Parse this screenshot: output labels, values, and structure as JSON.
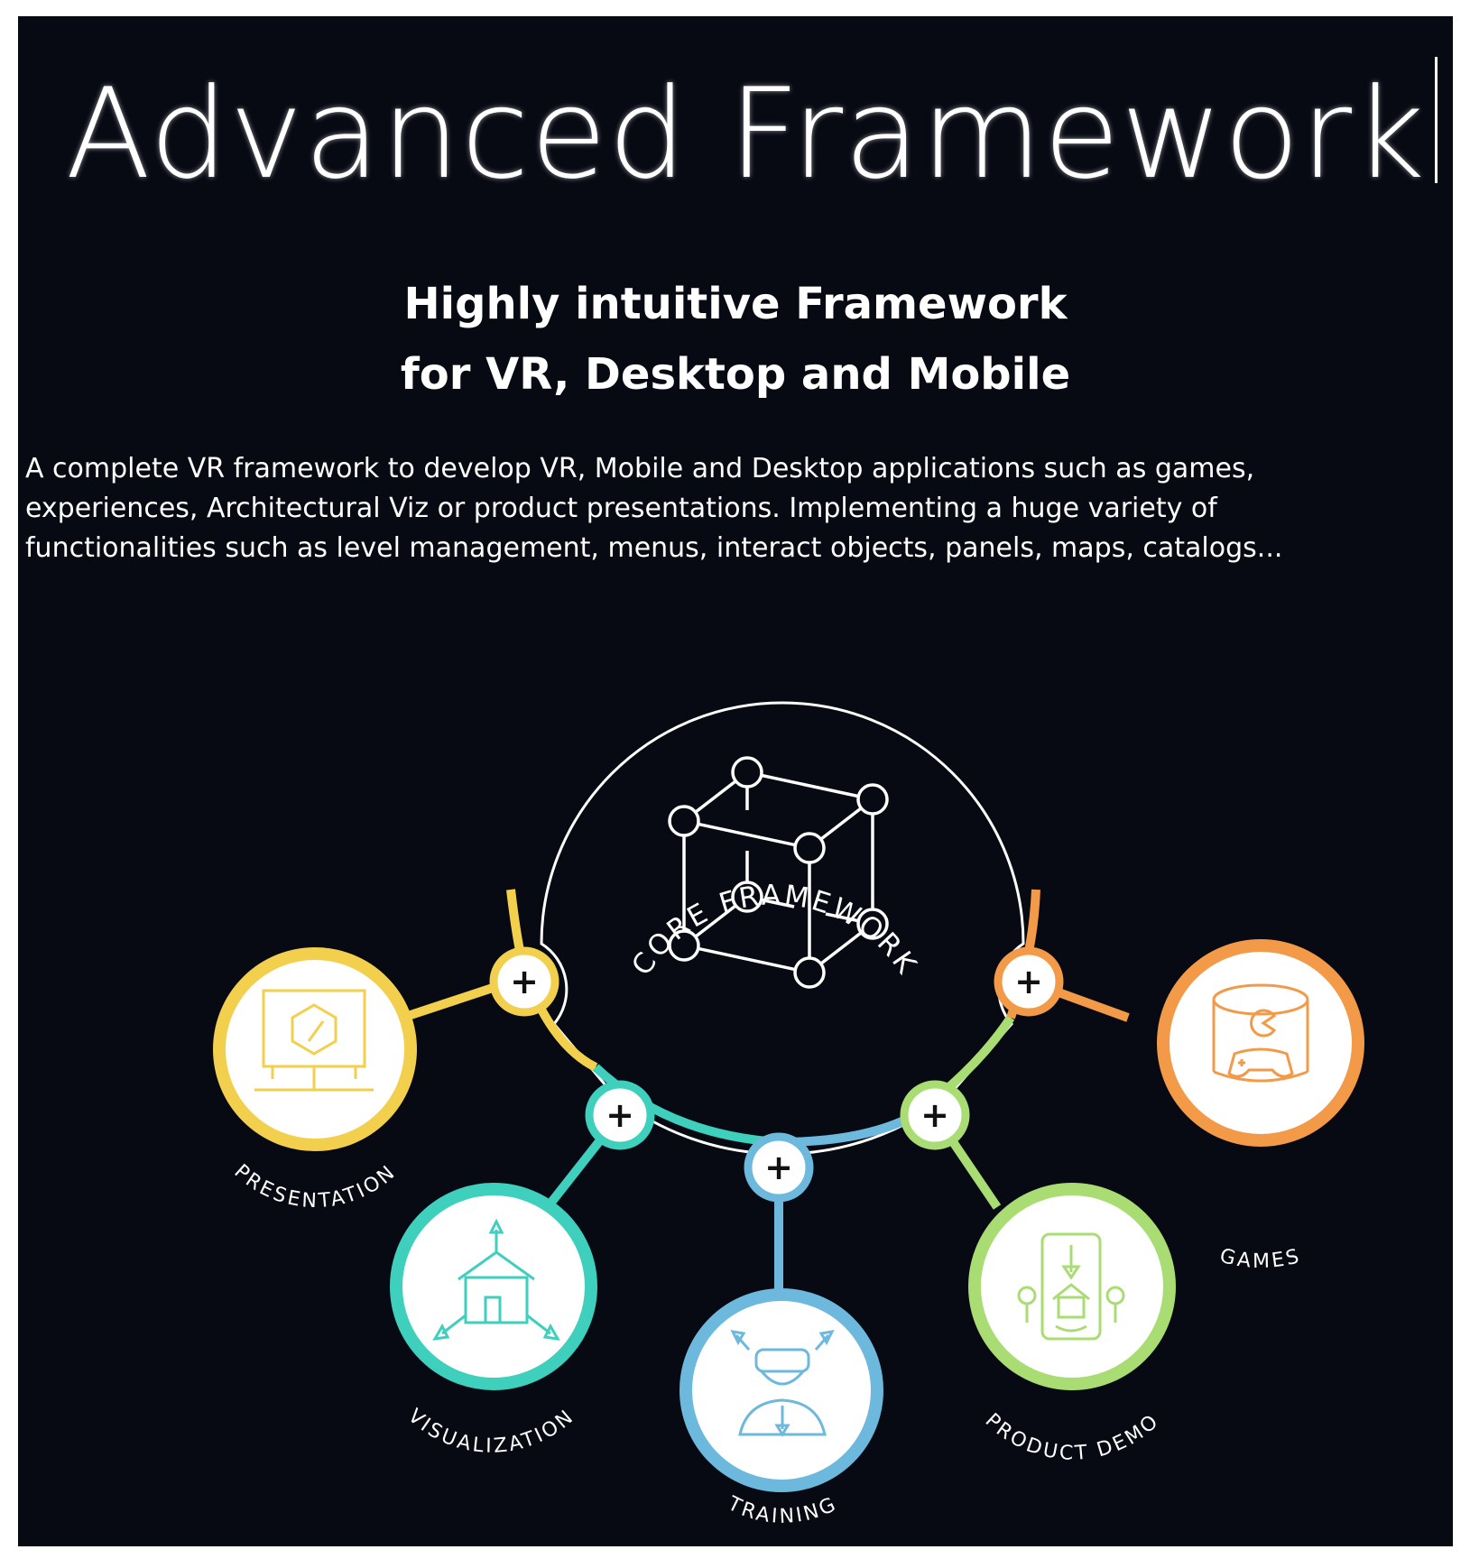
{
  "title": "Advanced Framework",
  "subtitle": [
    "Highly intuitive Framework",
    "for VR, Desktop and Mobile"
  ],
  "description": [
    "A complete VR framework to develop VR, Mobile and Desktop applications such as games,",
    "experiences, Architectural Viz or product presentations. Implementing a huge variety of",
    "functionalities such as level management, menus, interact objects, panels, maps, catalogs..."
  ],
  "diagram": {
    "core_label": "CORE FRAMEWORK",
    "modules": [
      {
        "label": "PRESENTATION",
        "color": "#f2cf4d",
        "icon": "presentation-board-icon"
      },
      {
        "label": "VISUALIZATION",
        "color": "#3fcfbd",
        "icon": "house-visualization-icon"
      },
      {
        "label": "TRAINING",
        "color": "#6db8dd",
        "icon": "vr-headset-person-icon"
      },
      {
        "label": "PRODUCT DEMO",
        "color": "#a9dc72",
        "icon": "phone-product-icon"
      },
      {
        "label": "GAMES",
        "color": "#f29a48",
        "icon": "arcade-gamepad-icon"
      }
    ],
    "plus_symbol": "+"
  }
}
